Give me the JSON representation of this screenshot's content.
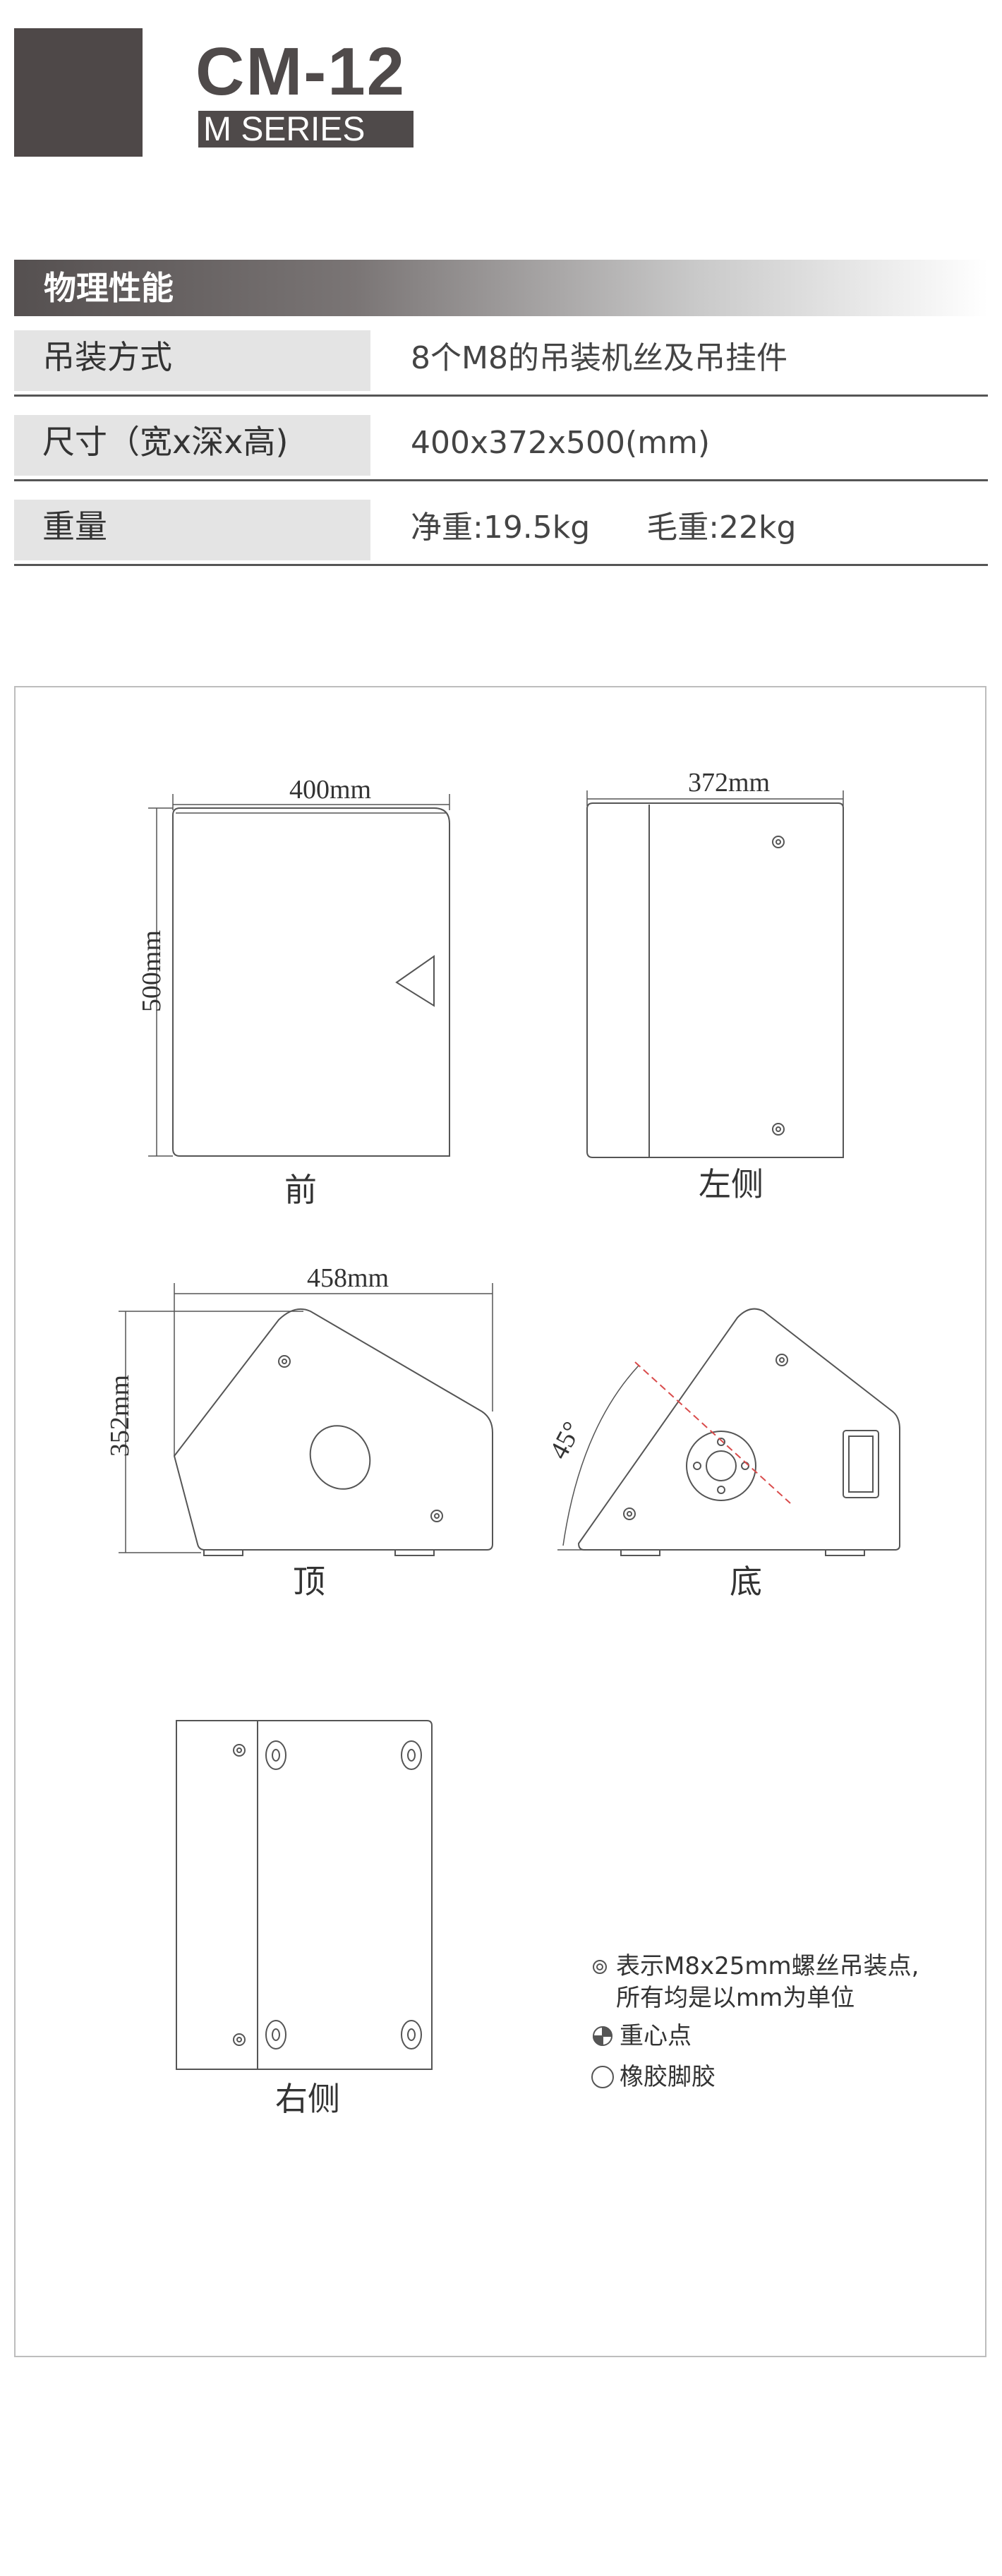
{
  "header": {
    "model": "CM-12",
    "series": "M SERIES"
  },
  "specs": {
    "title": "物理性能",
    "rows": [
      {
        "label": "吊装方式",
        "value": "8个M8的吊装机丝及吊挂件"
      },
      {
        "label": "尺寸（宽x深x高)",
        "value": "400x372x500(mm)"
      },
      {
        "label": "重量",
        "value": "净重:19.5kg",
        "value2": "毛重:22kg"
      }
    ]
  },
  "drawings": {
    "front": {
      "caption": "前",
      "width": "400mm",
      "height": "500mm"
    },
    "left_side": {
      "caption": "左侧",
      "depth": "372mm"
    },
    "top": {
      "caption": "顶",
      "width": "458mm",
      "height": "352mm"
    },
    "bottom": {
      "caption": "底",
      "angle": "45°"
    },
    "right_side": {
      "caption": "右侧"
    }
  },
  "legend": {
    "rigging_point": "表示M8x25mm螺丝吊装点,",
    "units": "所有均是以mm为单位",
    "center_of_gravity": "重心点",
    "rubber_feet": "橡胶脚胶"
  },
  "colors": {
    "logo": "#4e4848",
    "header_gradient_start": "#555050",
    "label_bg": "#e4e4e4",
    "line": "#555555"
  }
}
